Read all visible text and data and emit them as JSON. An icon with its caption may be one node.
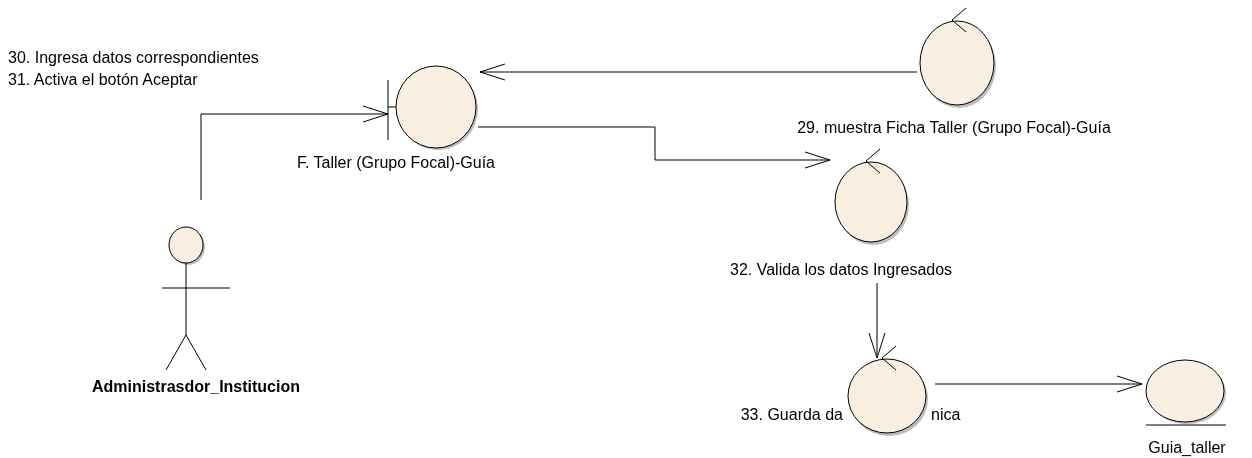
{
  "diagram": {
    "nodes": [
      {
        "text": [
          "Administrasdor_Institucion"
        ]
      },
      {
        "text": [
          "F. Taller (Grupo Focal)-Guía"
        ]
      },
      {
        "text": [
          "29. muestra Ficha Taller (Grupo Focal)-Guía"
        ]
      },
      {
        "text": [
          "32. Valida los datos Ingresados"
        ]
      },
      {
        "text": [
          "33. Guarda da",
          "nica"
        ]
      },
      {
        "text": [
          "Guia_taller"
        ]
      }
    ],
    "edges": [
      {
        "from": 0,
        "to": 1,
        "arrow": "to"
      },
      {
        "from": 2,
        "to": 1,
        "arrow": "to"
      },
      {
        "from": 1,
        "to": 3,
        "arrow": "to"
      },
      {
        "from": 3,
        "to": 4,
        "arrow": "to"
      },
      {
        "from": 4,
        "to": 5,
        "arrow": "to"
      }
    ],
    "labels": [
      "30. Ingresa datos correspondientes",
      "31. Activa el botón Aceptar"
    ]
  }
}
